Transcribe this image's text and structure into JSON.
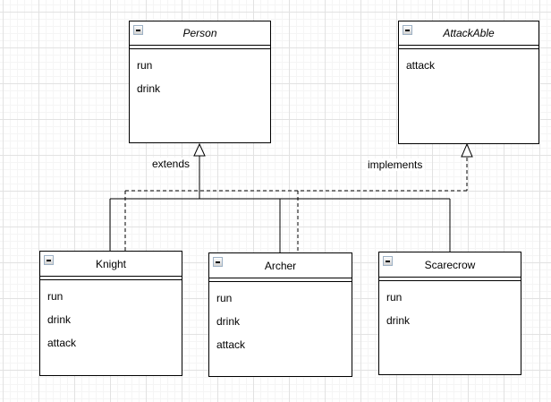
{
  "canvas": {
    "background_color": "#ffffff",
    "grid_minor_color": "#f5f5f5",
    "grid_major_color": "#e2e2e2"
  },
  "colors": {
    "shape_border": "#000000",
    "shape_fill": "#ffffff",
    "text": "#000000",
    "collapse_icon_border": "#9db1c5"
  },
  "classes": [
    {
      "name": "Person",
      "abstract": true,
      "methods": [
        "run",
        "drink"
      ]
    },
    {
      "name": "AttackAble",
      "abstract": true,
      "methods": [
        "attack"
      ]
    },
    {
      "name": "Knight",
      "abstract": false,
      "methods": [
        "run",
        "drink",
        "attack"
      ]
    },
    {
      "name": "Archer",
      "abstract": false,
      "methods": [
        "run",
        "drink",
        "attack"
      ]
    },
    {
      "name": "Scarecrow",
      "abstract": false,
      "methods": [
        "run",
        "drink"
      ]
    }
  ],
  "relationships": [
    {
      "label": "extends",
      "type": "generalization",
      "line_style": "solid",
      "from": [
        "Knight",
        "Archer",
        "Scarecrow"
      ],
      "to": "Person"
    },
    {
      "label": "implements",
      "type": "realization",
      "line_style": "dashed",
      "from": [
        "Knight",
        "Archer"
      ],
      "to": "AttackAble"
    }
  ],
  "icons": {
    "collapse": "minus"
  }
}
